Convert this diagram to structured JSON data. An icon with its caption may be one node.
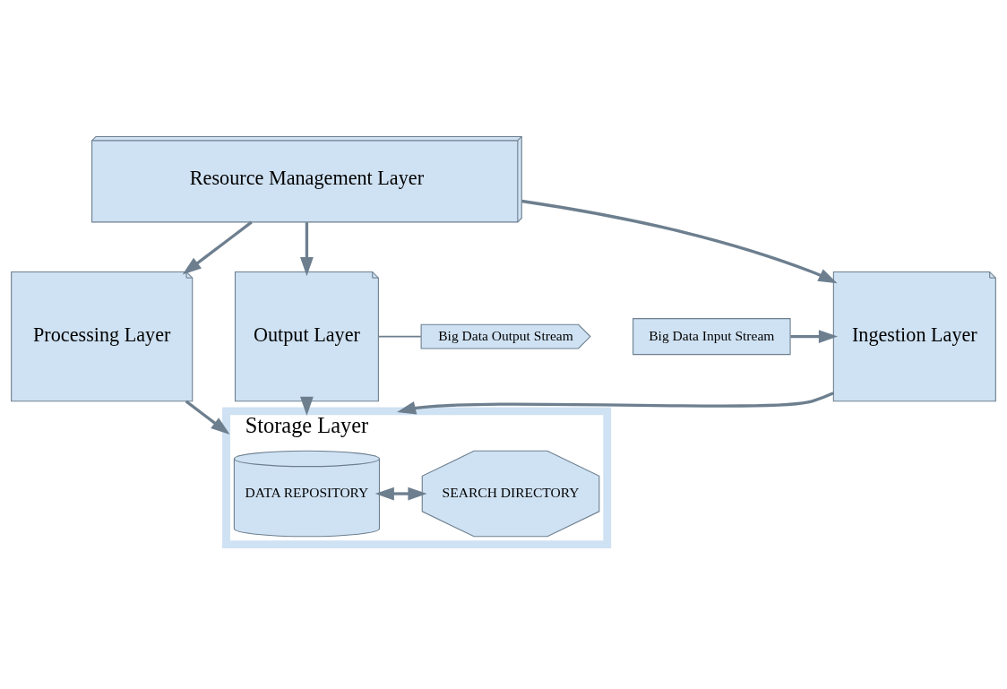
{
  "diagram": {
    "nodes": [
      {
        "text": [
          "Resource Management Layer"
        ]
      },
      {
        "text": [
          "Big Data Input Stream"
        ]
      },
      {
        "text": [
          "Ingestion Layer"
        ]
      },
      {
        "text": [
          "Processing Layer"
        ]
      },
      {
        "text": [
          "Output Layer"
        ]
      },
      {
        "text": [
          "Big Data Output Stream"
        ]
      },
      {
        "text": [
          "Storage Layer"
        ]
      },
      {
        "text": [
          "DATA REPOSITORY"
        ],
        "in": 6
      },
      {
        "text": [
          "SEARCH DIRECTORY"
        ],
        "in": 6
      }
    ],
    "edges": [
      {
        "from": 0,
        "to": 2,
        "arrow": "to"
      },
      {
        "from": 0,
        "to": 3,
        "arrow": "to"
      },
      {
        "from": 0,
        "to": 4,
        "arrow": "to"
      },
      {
        "from": 1,
        "to": 2,
        "arrow": "to"
      },
      {
        "from": 4,
        "to": 5,
        "arrow": "none"
      },
      {
        "from": 2,
        "to": 6,
        "arrow": "to"
      },
      {
        "from": 3,
        "to": 6,
        "arrow": "to"
      },
      {
        "from": 4,
        "to": 6,
        "arrow": "to"
      },
      {
        "from": 7,
        "to": 8,
        "arrow": "both"
      }
    ]
  }
}
